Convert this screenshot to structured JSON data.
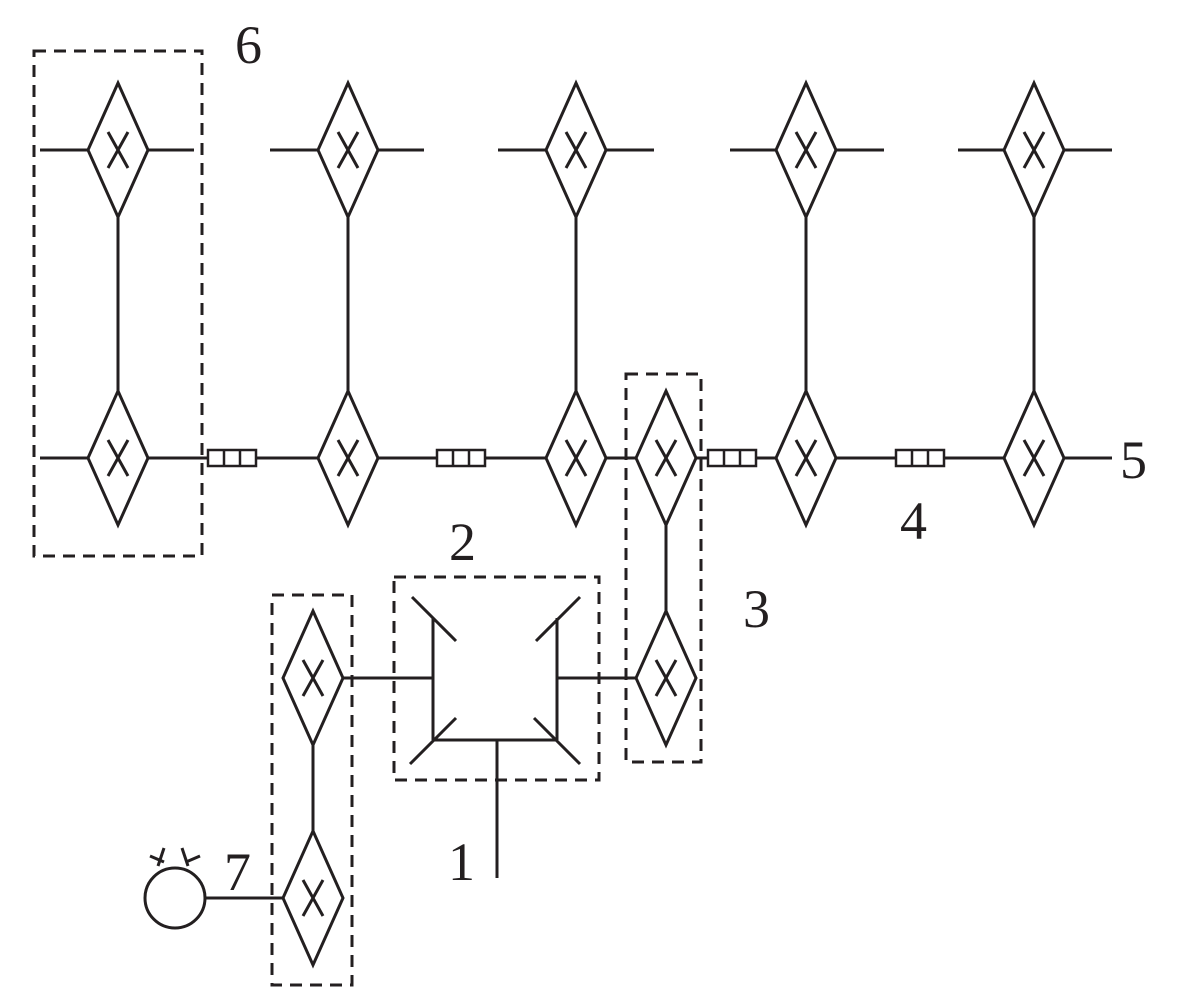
{
  "labels": {
    "input_shaft": "1",
    "differential_box": "2",
    "gearbox_module": "3",
    "coupling": "4",
    "output_shaft": "5",
    "unit_module": "6",
    "motor": "7"
  },
  "colors": {
    "ink": "#231f20",
    "background": "#ffffff"
  }
}
